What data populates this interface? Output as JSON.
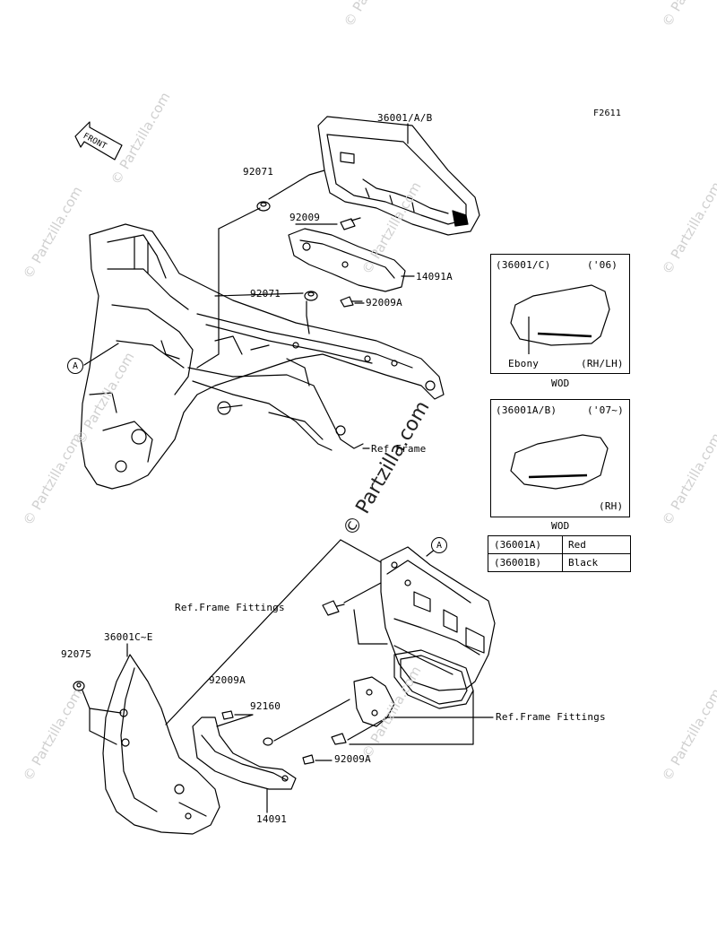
{
  "diagram_id": "F2611",
  "front_label": "FRONT",
  "watermark": "© Partzilla.com",
  "watermark_main": "© Partzilla.com",
  "circle_ref": "A",
  "parts": {
    "p36001_ab": "36001/A/B",
    "p92071_top": "92071",
    "p92009": "92009",
    "p14091a": "14091A",
    "p92071_mid": "92071",
    "p92009a_top": "92009A",
    "ref_frame": "Ref.Frame",
    "ref_frame_fittings_1": "Ref.Frame Fittings",
    "p92075": "92075",
    "p36001c_e": "36001C~E",
    "p92009a_left": "92009A",
    "p92160": "92160",
    "ref_frame_fittings_2": "Ref.Frame Fittings",
    "p92009a_bottom": "92009A",
    "p14091": "14091"
  },
  "inset1": {
    "code": "(36001/C)",
    "year": "('06)",
    "color_label": "Ebony",
    "side": "(RH/LH)",
    "caption": "WOD"
  },
  "inset2": {
    "code": "(36001A/B)",
    "year": "('07~)",
    "side": "(RH)",
    "caption": "WOD"
  },
  "color_table": [
    {
      "code": "(36001A)",
      "color": "Red"
    },
    {
      "code": "(36001B)",
      "color": "Black"
    }
  ]
}
